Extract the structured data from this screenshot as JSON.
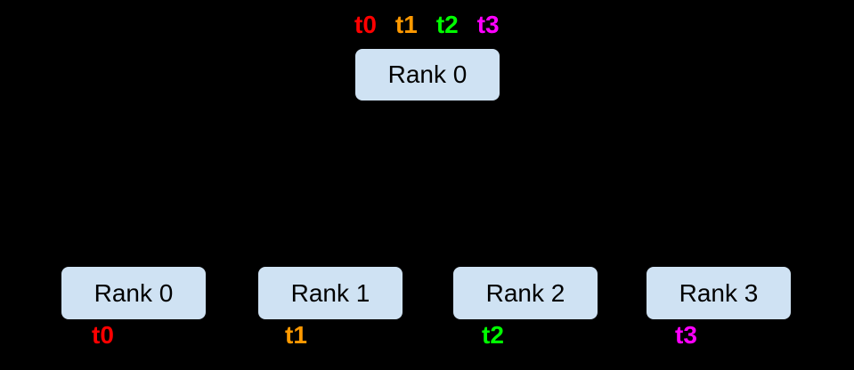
{
  "colors": {
    "background": "#000000",
    "box_fill": "#cfe2f3",
    "box_border": "#000000",
    "box_text": "#000000",
    "t0": "#ff0000",
    "t1": "#ff9900",
    "t2": "#00ff00",
    "t3": "#ff00ff"
  },
  "root": {
    "label": "Rank 0",
    "threads": [
      {
        "name": "t0",
        "color": "#ff0000"
      },
      {
        "name": "t1",
        "color": "#ff9900"
      },
      {
        "name": "t2",
        "color": "#00ff00"
      },
      {
        "name": "t3",
        "color": "#ff00ff"
      }
    ]
  },
  "children": [
    {
      "label": "Rank 0",
      "thread": {
        "name": "t0",
        "color": "#ff0000"
      }
    },
    {
      "label": "Rank 1",
      "thread": {
        "name": "t1",
        "color": "#ff9900"
      }
    },
    {
      "label": "Rank 2",
      "thread": {
        "name": "t2",
        "color": "#00ff00"
      }
    },
    {
      "label": "Rank 3",
      "thread": {
        "name": "t3",
        "color": "#ff00ff"
      }
    }
  ]
}
